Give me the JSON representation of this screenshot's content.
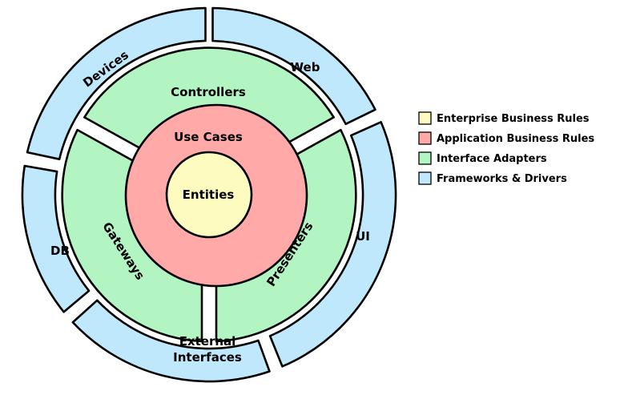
{
  "colors": {
    "frameworks": "#bfe8fc",
    "adapters": "#b2f5c3",
    "application": "#ffa9a9",
    "enterprise": "#fefbc0",
    "stroke": "#000000"
  },
  "rings": {
    "outer": {
      "segments": [
        {
          "id": "devices",
          "label": "Devices"
        },
        {
          "id": "web",
          "label": "Web"
        },
        {
          "id": "ui",
          "label": "UI"
        },
        {
          "id": "external",
          "label": "External",
          "label2": "Interfaces"
        },
        {
          "id": "db",
          "label": "DB"
        }
      ]
    },
    "adapters": {
      "segments": [
        {
          "id": "controllers",
          "label": "Controllers"
        },
        {
          "id": "presenters",
          "label": "Presenters"
        },
        {
          "id": "gateways",
          "label": "Gateways"
        }
      ]
    },
    "use_cases": {
      "label": "Use Cases"
    },
    "entities": {
      "label": "Entities"
    }
  },
  "legend": [
    {
      "label": "Enterprise Business Rules",
      "color": "#fefbc0"
    },
    {
      "label": "Application Business Rules",
      "color": "#ffa9a9"
    },
    {
      "label": "Interface Adapters",
      "color": "#b2f5c3"
    },
    {
      "label": "Frameworks & Drivers",
      "color": "#bfe8fc"
    }
  ]
}
